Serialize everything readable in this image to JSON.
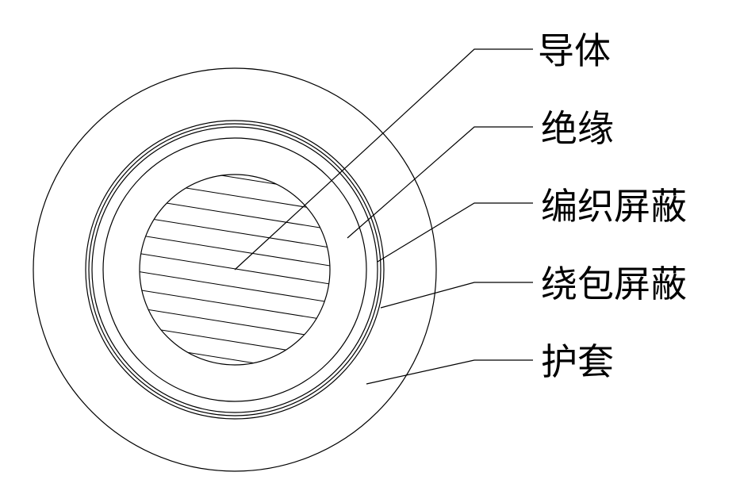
{
  "labels": {
    "conductor": "导体",
    "insulation": "绝缘",
    "braid_shield": "编织屏蔽",
    "wrap_shield": "绕包屏蔽",
    "sheath": "护套"
  },
  "colors": {
    "stroke": "#000000",
    "background": "#ffffff"
  }
}
